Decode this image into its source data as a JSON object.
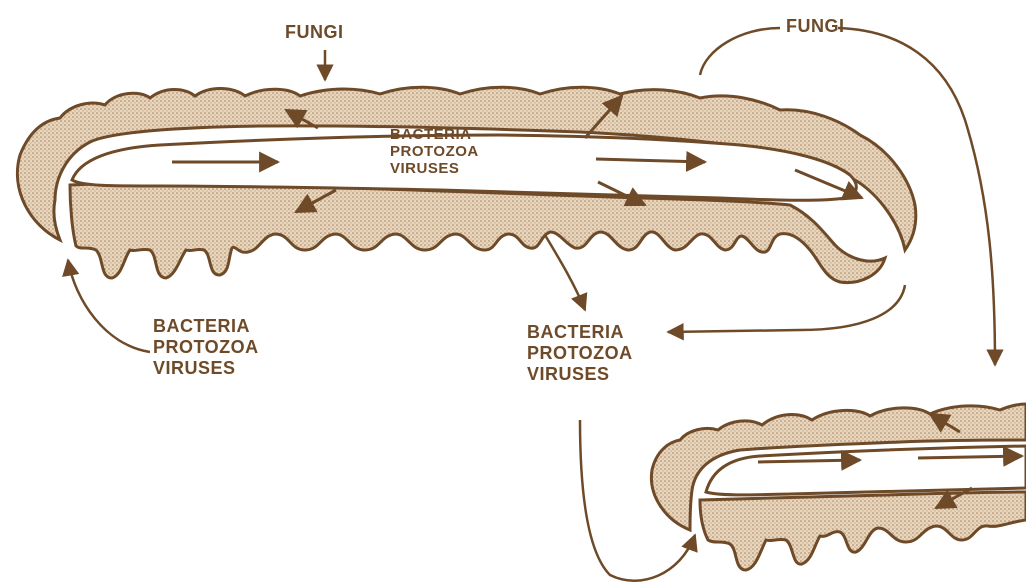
{
  "colors": {
    "ink": "#6e4a28",
    "fill": "#e0c9ab",
    "background": "#ffffff"
  },
  "labels": {
    "fungi_top_left": "FUNGI",
    "fungi_top_right": "FUNGI",
    "inner": [
      "BACTERIA",
      "PROTOZOA",
      "VIRUSES"
    ],
    "left_group": [
      "BACTERIA",
      "PROTOZOA",
      "VIRUSES"
    ],
    "middle_group": [
      "BACTERIA",
      "PROTOZOA",
      "VIRUSES"
    ]
  }
}
